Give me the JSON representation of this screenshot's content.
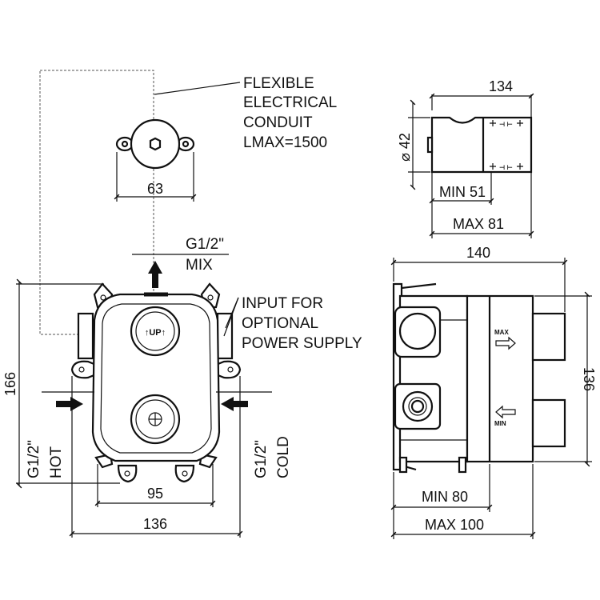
{
  "labels": {
    "conduit": [
      "FLEXIBLE",
      "ELECTRICAL",
      "CONDUIT",
      "LMAX=1500"
    ],
    "power": [
      "INPUT FOR",
      "OPTIONAL",
      "POWER SUPPLY"
    ],
    "mix_thread": "G1/2\"",
    "mix": "MIX",
    "hot_thread": "G1/2\"",
    "hot": "HOT",
    "cold_thread": "G1/2\"",
    "cold": "COLD",
    "up_marker": "↑UP↑",
    "max_marker": "MAX",
    "min_marker": "MIN"
  },
  "dimensions": {
    "cap_width": "63",
    "side_length": "134",
    "diameter": "⌀ 42",
    "side_min": "MIN 51",
    "side_max": "MAX 81",
    "body_width": "140",
    "body_height": "136",
    "install_min": "MIN 80",
    "install_max": "MAX 100",
    "front_height": "166",
    "mount_width": "95",
    "front_width": "136"
  }
}
